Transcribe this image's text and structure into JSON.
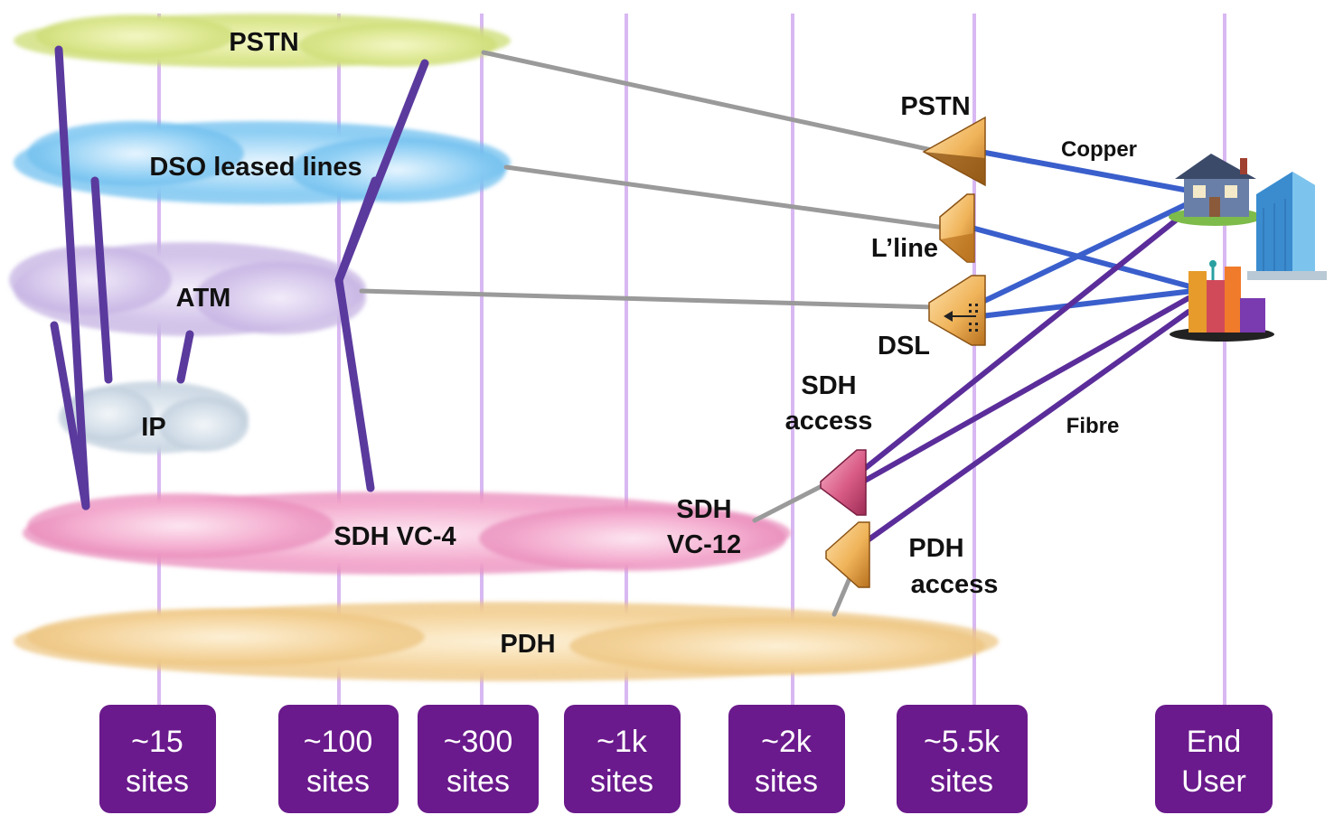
{
  "clouds": {
    "pstn": "PSTN",
    "dso": "DSO leased lines",
    "atm": "ATM",
    "ip": "IP",
    "sdh_vc4": "SDH VC-4",
    "sdh_vc12_line1": "SDH",
    "sdh_vc12_line2": "VC-12",
    "pdh": "PDH"
  },
  "devices": {
    "pstn": "PSTN",
    "lline": "L’line",
    "dsl": "DSL",
    "sdh_access_line1": "SDH",
    "sdh_access_line2": "access",
    "pdh_access_line1": "PDH",
    "pdh_access_line2": "access"
  },
  "links": {
    "copper": "Copper",
    "fibre": "Fibre"
  },
  "tiers": [
    {
      "line1": "~15",
      "line2": "sites"
    },
    {
      "line1": "~100",
      "line2": "sites"
    },
    {
      "line1": "~300",
      "line2": "sites"
    },
    {
      "line1": "~1k",
      "line2": "sites"
    },
    {
      "line1": "~2k",
      "line2": "sites"
    },
    {
      "line1": "~5.5k",
      "line2": "sites"
    },
    {
      "line1": "End",
      "line2": "User"
    }
  ],
  "colors": {
    "guide": "#d8b8f2",
    "tier_box": "#6a1a8c",
    "core_link": "#5b3a9e",
    "grey_link": "#9a9a9a",
    "copper_link": "#3a5fcc",
    "fibre_link": "#5b2d9a"
  }
}
